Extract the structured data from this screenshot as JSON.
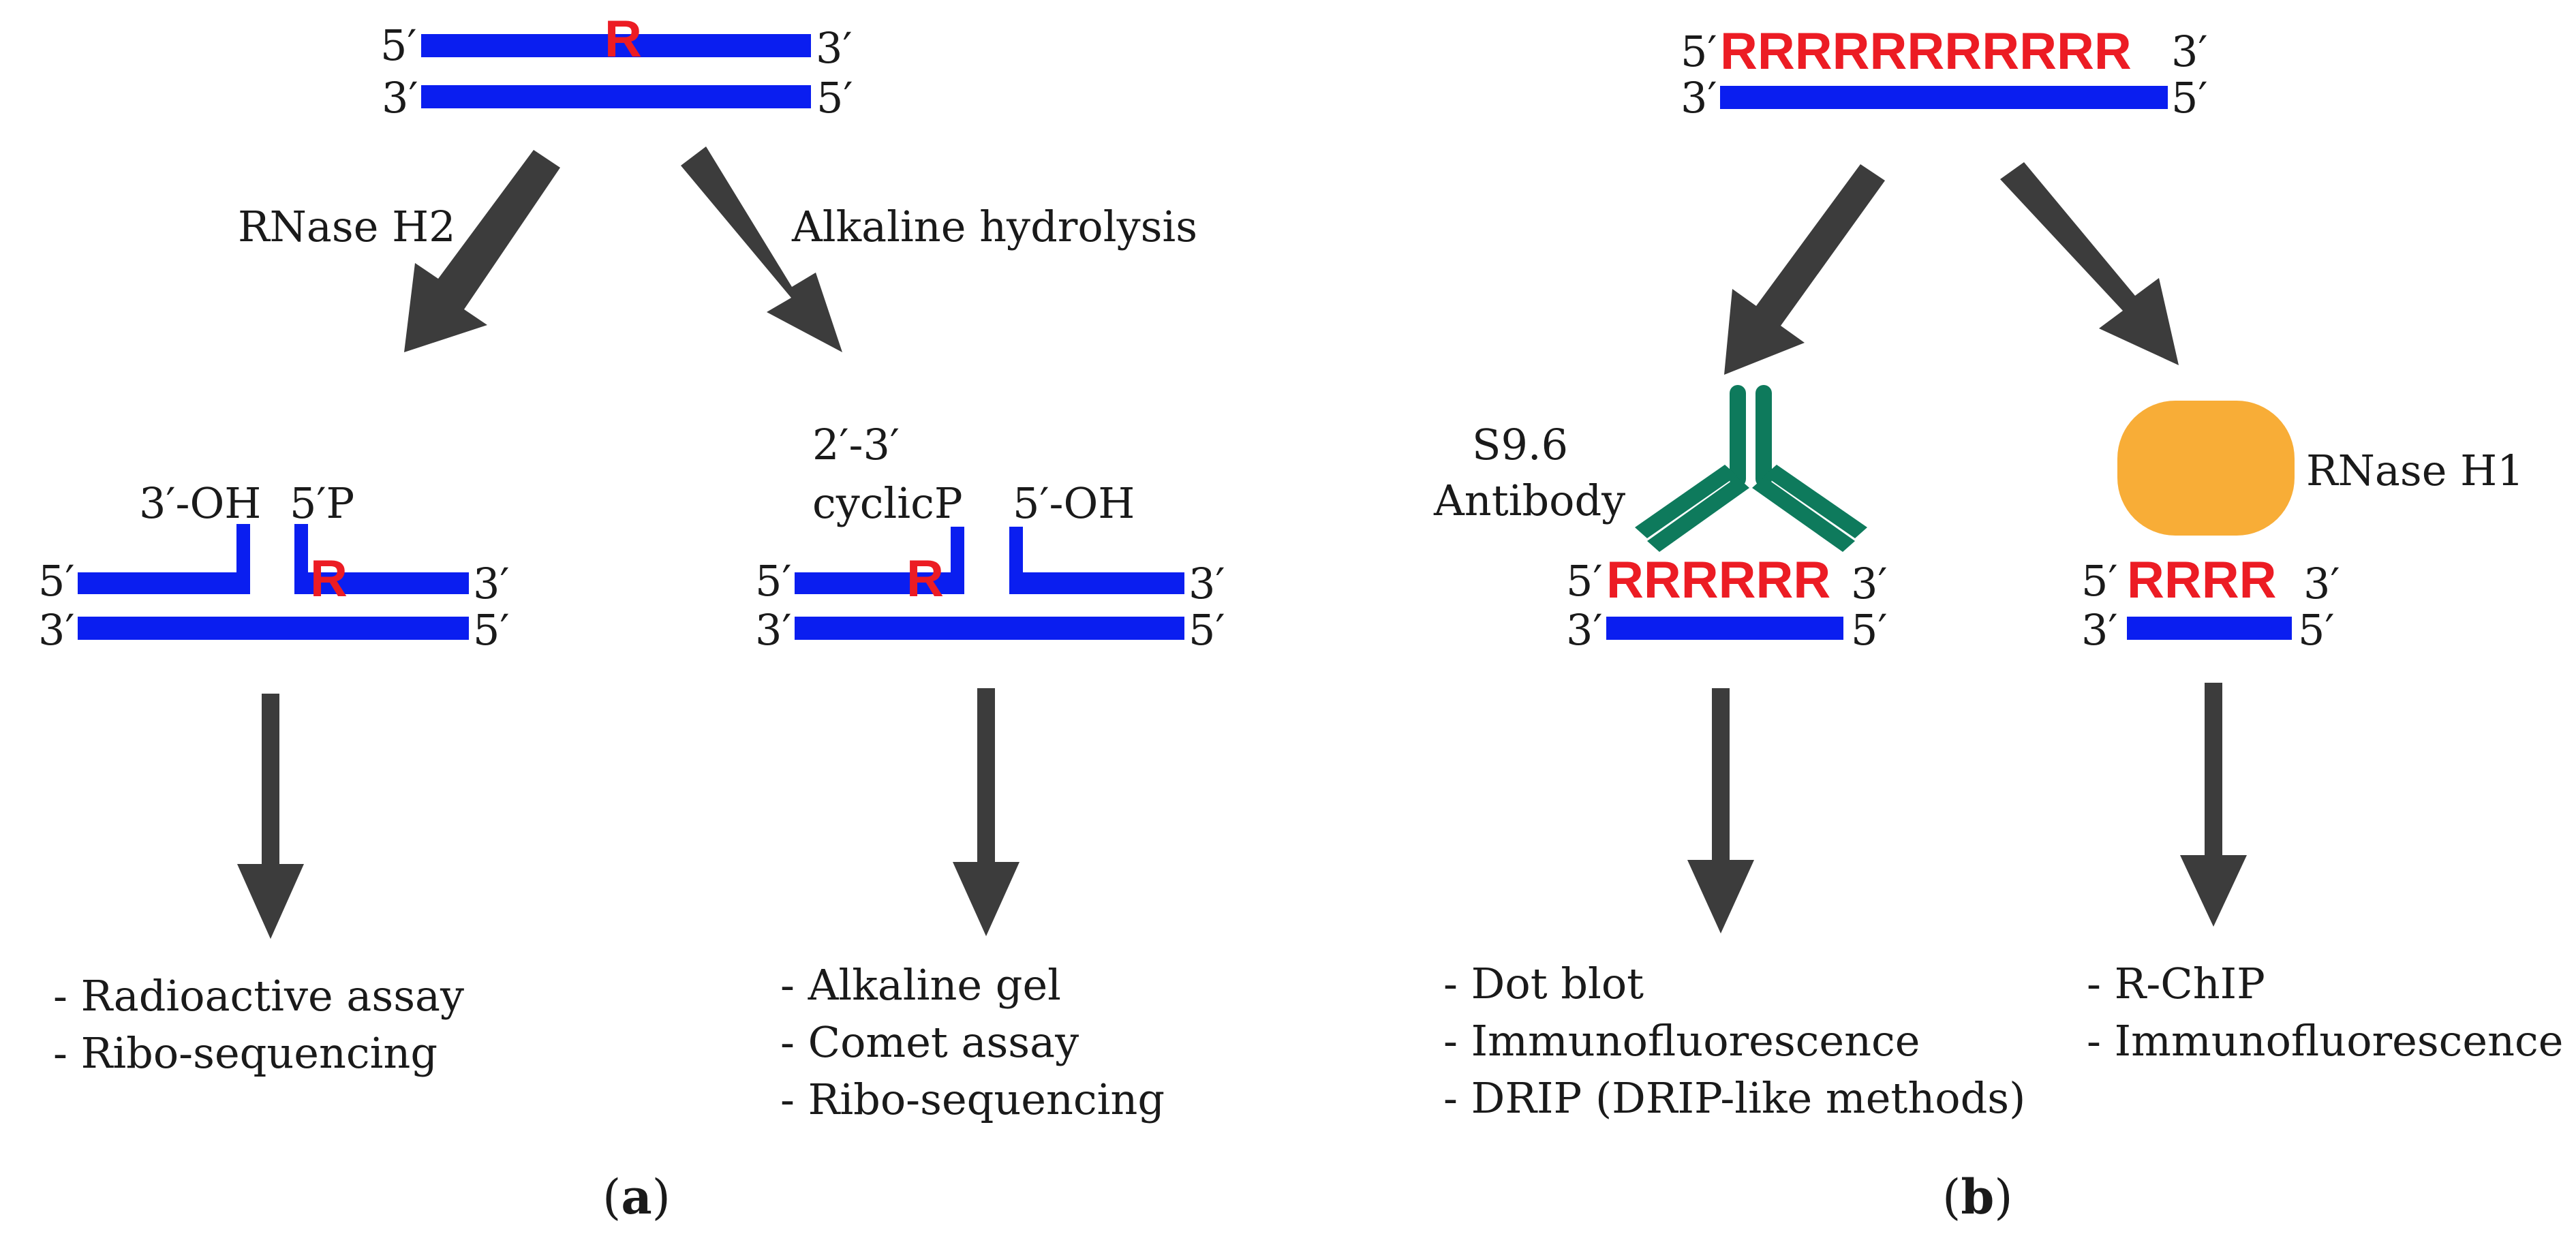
{
  "colors": {
    "dna": "#0a1ef0",
    "ribo": "#ec1c24",
    "arrow": "#3c3c3c",
    "antibody": "#0e7a5c",
    "rnase_h1": "#f8ad37",
    "text": "#1a1a1a"
  },
  "icons": {
    "antibody": "y-shaped-antibody-icon",
    "rnase_h1": "rounded-enzyme-blob-icon"
  },
  "ends": {
    "five": "5′",
    "three": "3′"
  },
  "panel_a": {
    "single_r": "R",
    "arrow_left_label": "RNase H2",
    "arrow_right_label": "Alkaline hydrolysis",
    "h2_products": {
      "left_end": "3′-OH",
      "right_end": "5′P"
    },
    "alk_products": {
      "left_end_line1": "2′-3′",
      "left_end_line2": "cyclicP",
      "right_end": "5′-OH"
    },
    "h2_methods": [
      "- Radioactive assay",
      "- Ribo-sequencing"
    ],
    "alk_methods": [
      "- Alkaline gel",
      "- Comet assay",
      "- Ribo-sequencing"
    ],
    "caption_open": "(",
    "caption_letter": "a",
    "caption_close": ")"
  },
  "panel_b": {
    "top_ribo": "RRRRRRRRRRR",
    "antibody_line1": "S9.6",
    "antibody_line2": "Antibody",
    "antibody_ribo": "RRRRRR",
    "enzyme_label": "RNase H1",
    "enzyme_ribo": "RRRR",
    "antibody_methods": [
      "- Dot blot",
      "- Immunofluorescence",
      "- DRIP (DRIP-like methods)"
    ],
    "enzyme_methods": [
      "- R-ChIP",
      "- Immunofluorescence"
    ],
    "caption_open": "(",
    "caption_letter": "b",
    "caption_close": ")"
  }
}
